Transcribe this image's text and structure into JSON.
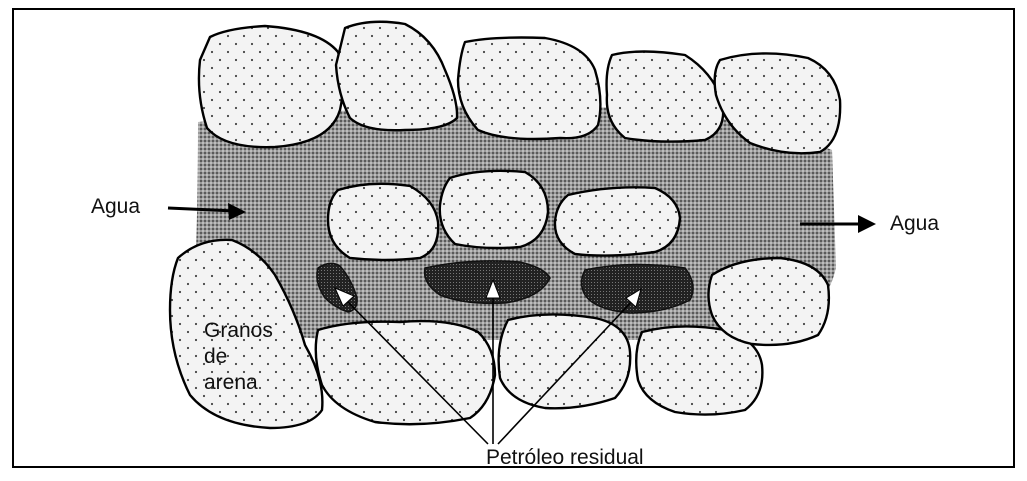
{
  "labels": {
    "water_in": "Agua",
    "water_out": "Agua",
    "sand_grains": [
      "Granos",
      "de",
      "arena"
    ],
    "residual_oil": "Petróleo residual"
  },
  "colors": {
    "water": "#8a8a8a",
    "sand": "#f2f2f2",
    "oil": "#2a2a2a",
    "line": "#000000"
  }
}
